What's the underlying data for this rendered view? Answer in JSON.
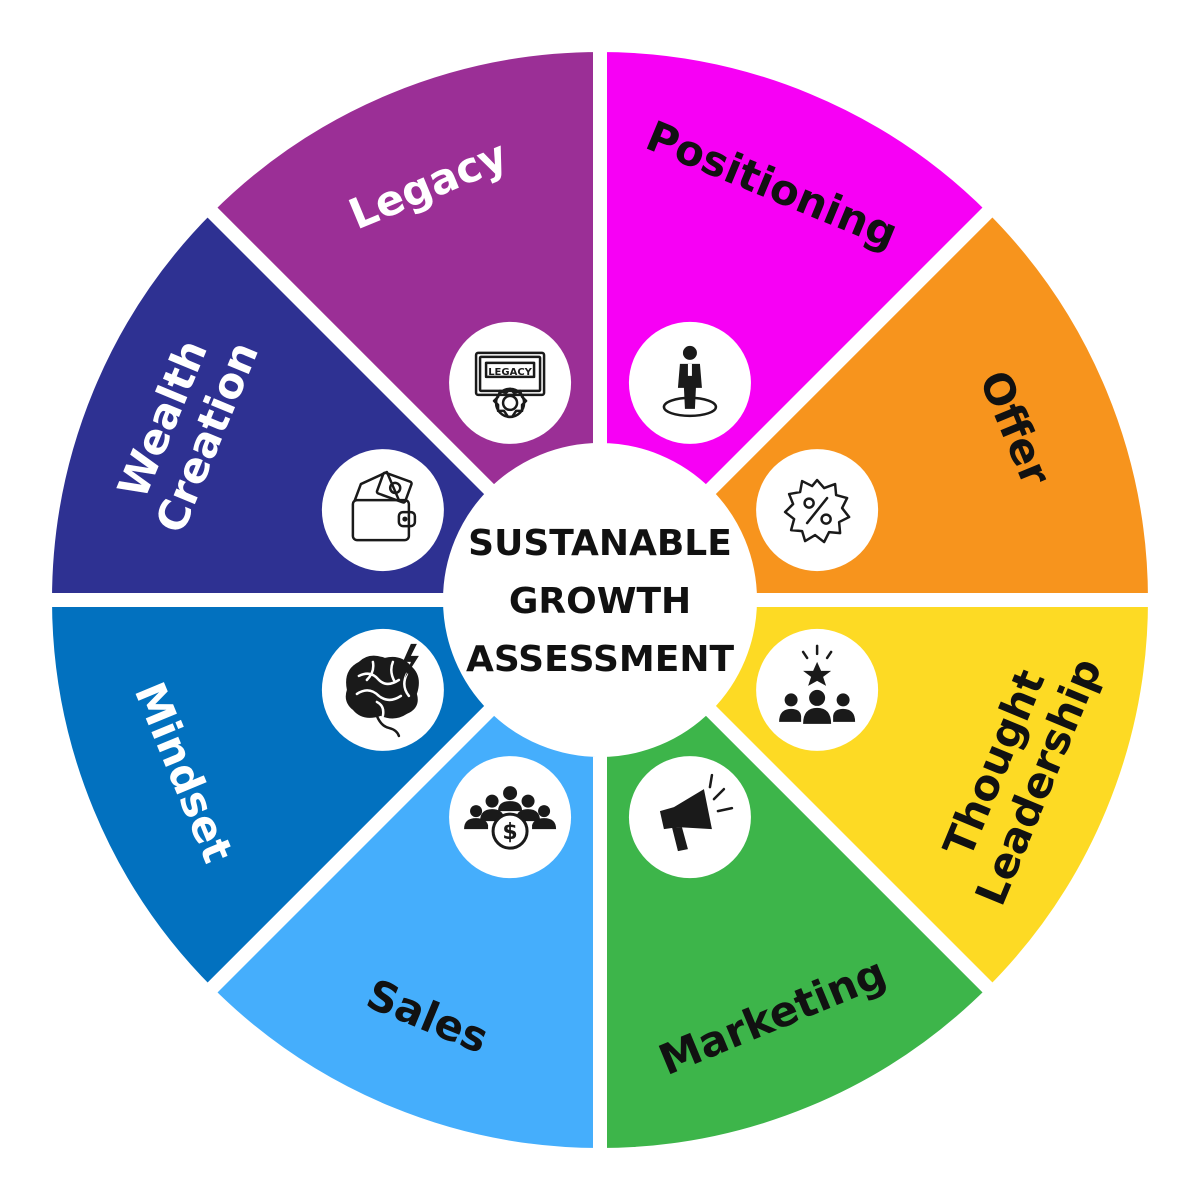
{
  "center": {
    "lines": [
      "SUSTANABLE",
      "GROWTH",
      "ASSESSMENT"
    ]
  },
  "segments": [
    {
      "id": "positioning",
      "label_lines": [
        "Positioning"
      ],
      "color": "#F700F5",
      "text_color": "#111111",
      "icon": "person-on-spot-icon"
    },
    {
      "id": "offer",
      "label_lines": [
        "Offer"
      ],
      "color": "#F7941D",
      "text_color": "#111111",
      "icon": "percent-badge-icon"
    },
    {
      "id": "thought-leadership",
      "label_lines": [
        "Thought",
        "Leadership"
      ],
      "color": "#FDDA24",
      "text_color": "#111111",
      "icon": "leader-group-icon"
    },
    {
      "id": "marketing",
      "label_lines": [
        "Marketing"
      ],
      "color": "#3DB54A",
      "text_color": "#111111",
      "icon": "megaphone-icon"
    },
    {
      "id": "sales",
      "label_lines": [
        "Sales"
      ],
      "color": "#45AEFC",
      "text_color": "#111111",
      "icon": "team-dollar-icon"
    },
    {
      "id": "mindset",
      "label_lines": [
        "Mindset"
      ],
      "color": "#0271BF",
      "text_color": "#FFFFFF",
      "icon": "brain-icon"
    },
    {
      "id": "wealth-creation",
      "label_lines": [
        "Wealth",
        "Creation"
      ],
      "color": "#2E3192",
      "text_color": "#FFFFFF",
      "icon": "wallet-icon"
    },
    {
      "id": "legacy",
      "label_lines": [
        "Legacy"
      ],
      "color": "#9B2F96",
      "text_color": "#FFFFFF",
      "icon": "legacy-certificate-icon",
      "icon_text": "LEGACY"
    }
  ]
}
